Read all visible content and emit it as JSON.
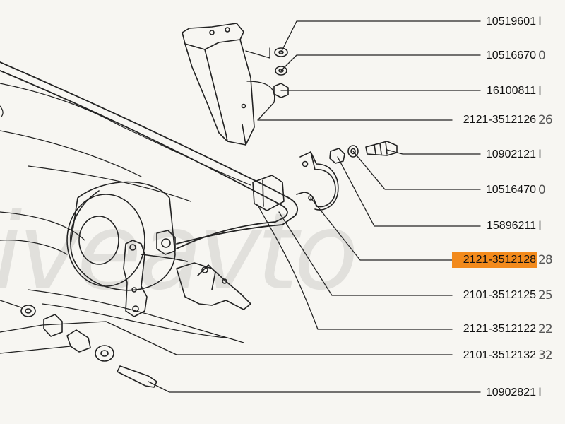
{
  "colors": {
    "background": "#f7f6f2",
    "line": "#222222",
    "highlight": "#f28a1c",
    "watermark": "#8a8a8a"
  },
  "watermark": "iveavto",
  "parts": [
    {
      "number": "10519601",
      "qty": "I",
      "highlighted": false
    },
    {
      "number": "10516670",
      "qty": "0",
      "highlighted": false
    },
    {
      "number": "16100811",
      "qty": "I",
      "highlighted": false
    },
    {
      "number": "2121-3512126",
      "qty": "26",
      "highlighted": false
    },
    {
      "number": "10902121",
      "qty": "I",
      "highlighted": false
    },
    {
      "number": "10516470",
      "qty": "0",
      "highlighted": false
    },
    {
      "number": "15896211",
      "qty": "I",
      "highlighted": false
    },
    {
      "number": "2121-3512128",
      "qty": "28",
      "highlighted": true
    },
    {
      "number": "2101-3512125",
      "qty": "25",
      "highlighted": false
    },
    {
      "number": "2121-3512122",
      "qty": "22",
      "highlighted": false
    },
    {
      "number": "2101-3512132",
      "qty": "32",
      "highlighted": false
    },
    {
      "number": "10902821",
      "qty": "I",
      "highlighted": false
    }
  ]
}
